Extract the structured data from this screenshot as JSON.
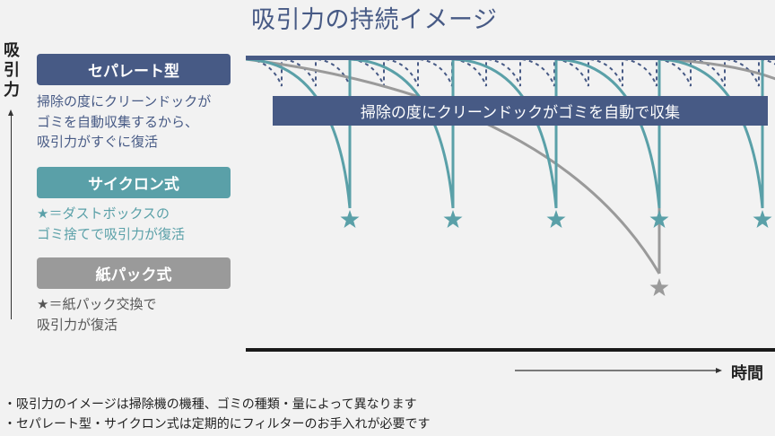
{
  "title": "吸引力の持続イメージ",
  "y_axis": {
    "label_chars": [
      "吸",
      "引",
      "力"
    ],
    "label": "吸引力"
  },
  "x_axis": {
    "label": "時間"
  },
  "legend": [
    {
      "name": "セパレート型",
      "color": "#475a85",
      "description": [
        "掃除の度にクリーンドックが",
        "ゴミを自動収集するから、",
        "吸引力がすぐに復活"
      ]
    },
    {
      "name": "サイクロン式",
      "color": "#5aa0a8",
      "description": [
        "★＝ダストボックスの",
        "ゴミ捨てで吸引力が復活"
      ]
    },
    {
      "name": "紙パック式",
      "color": "#9a9a9a",
      "description": [
        "★＝紙パック交換で",
        "吸引力が復活"
      ]
    }
  ],
  "banner": "掃除の度にクリーンドックがゴミを自動で収集",
  "notes": [
    "・吸引力のイメージは掃除機の機種、ゴミの種類・量によって異なります",
    "・セパレート型・サイクロン式は定期的にフィルターのお手入れが必要です"
  ],
  "colors": {
    "separate": "#475a85",
    "cyclone": "#5aa0a8",
    "paperpack": "#9a9a9a",
    "axis": "#1a1a1a",
    "text_dark": "#222222",
    "background": "#f2f2f2"
  },
  "chart_data": {
    "type": "line",
    "title": "吸引力の持続イメージ",
    "xlabel": "時間",
    "ylabel": "吸引力",
    "series": [
      {
        "name": "セパレート型",
        "pattern": "small dashed drops recovered every cleaning (~38px interval)",
        "stays_near_max": true
      },
      {
        "name": "サイクロン式",
        "pattern": "curve drops then recovers at ★ (dust box emptied)",
        "recovery_points": 5
      },
      {
        "name": "紙パック式",
        "pattern": "slow decline, recovers once at ★ (paper pack replaced)",
        "recovery_points": 1
      }
    ]
  }
}
